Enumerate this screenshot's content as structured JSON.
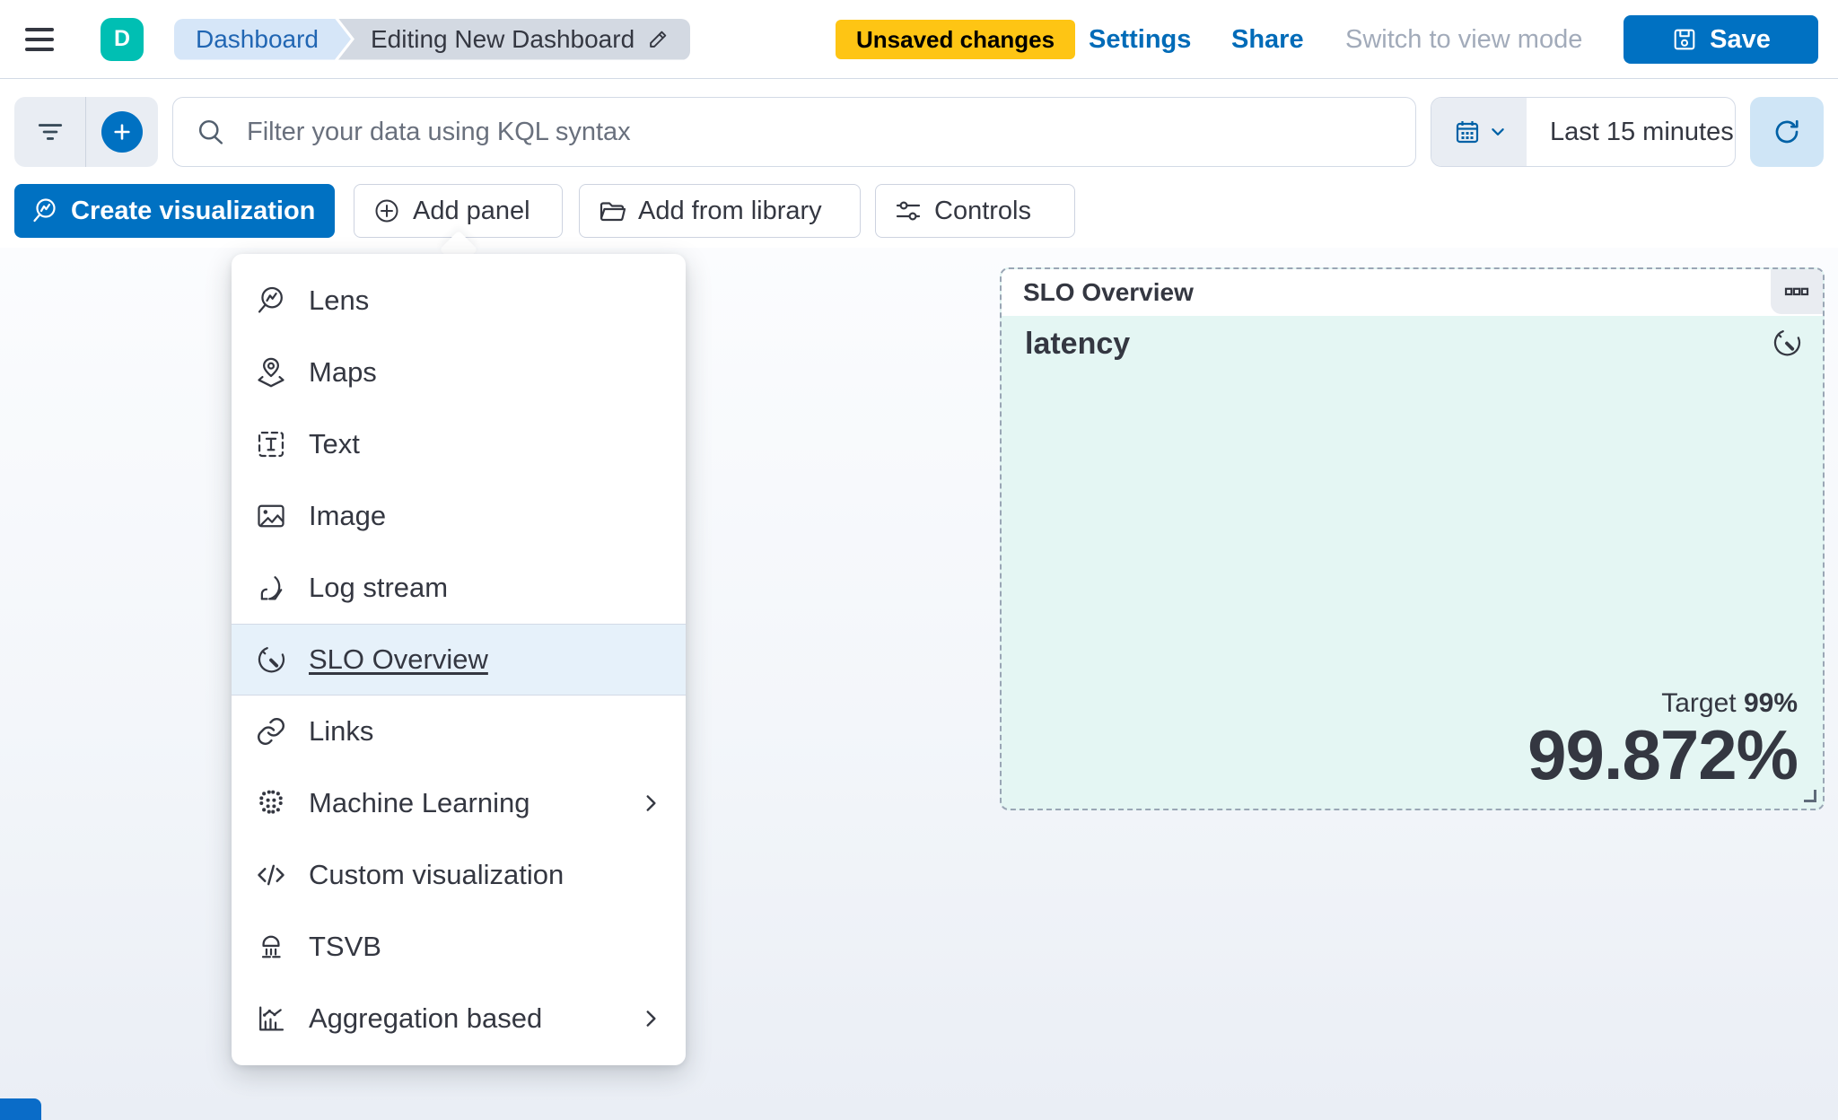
{
  "header": {
    "avatar_initial": "D",
    "breadcrumbs": {
      "root": "Dashboard",
      "current": "Editing New Dashboard"
    },
    "unsaved_badge": "Unsaved changes",
    "settings_link": "Settings",
    "share_link": "Share",
    "switch_view_link": "Switch to view mode",
    "save_button": "Save"
  },
  "query_bar": {
    "kql_placeholder": "Filter your data using KQL syntax",
    "time_range_label": "Last 15 minutes"
  },
  "action_bar": {
    "create_visualization": "Create visualization",
    "add_panel": "Add panel",
    "add_from_library": "Add from library",
    "controls": "Controls"
  },
  "add_panel_menu": {
    "items": [
      {
        "label": "Lens",
        "icon": "lens-icon",
        "highlighted": false,
        "has_submenu": false
      },
      {
        "label": "Maps",
        "icon": "maps-icon",
        "highlighted": false,
        "has_submenu": false
      },
      {
        "label": "Text",
        "icon": "text-icon",
        "highlighted": false,
        "has_submenu": false
      },
      {
        "label": "Image",
        "icon": "image-icon",
        "highlighted": false,
        "has_submenu": false
      },
      {
        "label": "Log stream",
        "icon": "log-stream-icon",
        "highlighted": false,
        "has_submenu": false
      },
      {
        "label": "SLO Overview",
        "icon": "slo-gauge-icon",
        "highlighted": true,
        "has_submenu": false
      },
      {
        "label": "Links",
        "icon": "links-icon",
        "highlighted": false,
        "has_submenu": false
      },
      {
        "label": "Machine Learning",
        "icon": "machine-learning-icon",
        "highlighted": false,
        "has_submenu": true
      },
      {
        "label": "Custom visualization",
        "icon": "code-icon",
        "highlighted": false,
        "has_submenu": false
      },
      {
        "label": "TSVB",
        "icon": "tsvb-icon",
        "highlighted": false,
        "has_submenu": false
      },
      {
        "label": "Aggregation based",
        "icon": "aggregation-icon",
        "highlighted": false,
        "has_submenu": true
      }
    ]
  },
  "slo_panel": {
    "panel_title": "SLO Overview",
    "metric_name": "latency",
    "target_label": "Target",
    "target_value": "99%",
    "observed_value": "99.872%"
  },
  "colors": {
    "primary_blue": "#0071c2",
    "link_blue": "#006bb8",
    "warning_yellow": "#fec514",
    "avatar_teal": "#00bfb3",
    "panel_teal_bg": "#e4f6f3",
    "menu_highlight": "#e6f1fa",
    "text_dark": "#343741",
    "border_gray": "#d3dae6"
  }
}
